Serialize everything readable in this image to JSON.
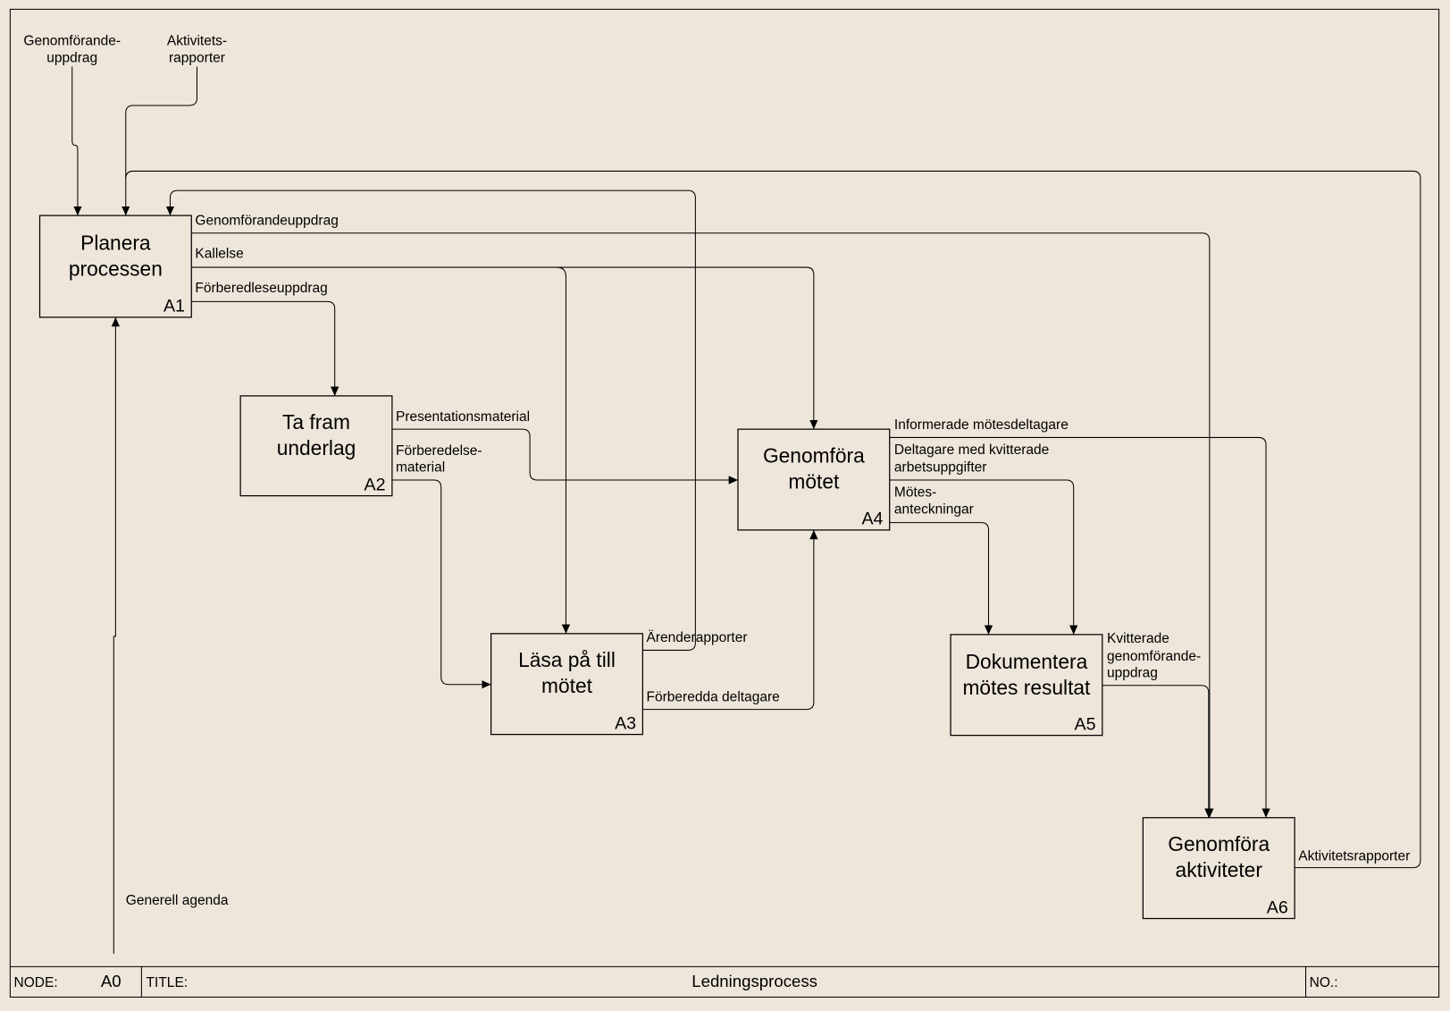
{
  "colors": {
    "background": "#EEE6DA",
    "line": "#000000"
  },
  "activities": [
    {
      "id": "A1",
      "lines": [
        "Planera",
        "processen"
      ]
    },
    {
      "id": "A2",
      "lines": [
        "Ta fram",
        "underlag"
      ]
    },
    {
      "id": "A3",
      "lines": [
        "Läsa på till",
        "mötet"
      ]
    },
    {
      "id": "A4",
      "lines": [
        "Genomföra",
        "mötet"
      ]
    },
    {
      "id": "A5",
      "lines": [
        "Dokumentera",
        "mötes resultat"
      ]
    },
    {
      "id": "A6",
      "lines": [
        "Genomföra",
        "aktiviteter"
      ]
    }
  ],
  "arrows": {
    "genomforande_input": [
      "Genomförande-",
      "uppdrag"
    ],
    "aktivitets_input": [
      "Aktivitets-",
      "rapporter"
    ],
    "genomforandeuppdrag": "Genomförandeuppdrag",
    "kallelse": "Kallelse",
    "forberedleseuppdrag": "Förberedleseuppdrag",
    "presentationsmaterial": "Presentationsmaterial",
    "forberedelsematerial": [
      "Förberedelse-",
      "material"
    ],
    "arenderapporter": "Ärenderapporter",
    "forberedda_deltagare": "Förberedda deltagare",
    "informerade": "Informerade mötesdeltagare",
    "deltagare_kvitterade": [
      "Deltagare med kvitterade",
      "arbetsuppgifter"
    ],
    "motesanteckningar": [
      "Mötes-",
      "anteckningar"
    ],
    "kvitterade": [
      "Kvitterade",
      "genomförande-",
      "uppdrag"
    ],
    "aktivitetsrapporter": "Aktivitetsrapporter",
    "generell_agenda": "Generell agenda"
  },
  "title_block": {
    "node_label": "NODE:",
    "node": "A0",
    "title_label": "TITLE:",
    "title": "Ledningsprocess",
    "no_label": "NO.:"
  }
}
